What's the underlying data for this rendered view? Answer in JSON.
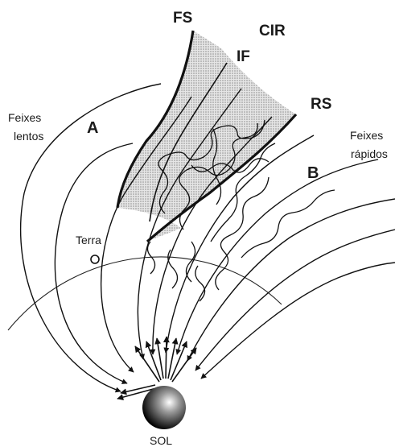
{
  "labels": {
    "fs": "FS",
    "cir": "CIR",
    "if_label": "IF",
    "rs": "RS",
    "a": "A",
    "b": "B",
    "slow_line1": "Feixes",
    "slow_line2": "lentos",
    "fast_line1": "Feixes",
    "fast_line2": "rápidos",
    "earth": "Terra",
    "sun": "SOL"
  },
  "colors": {
    "cir_fill": "#cfcfcf",
    "line": "#111111"
  }
}
